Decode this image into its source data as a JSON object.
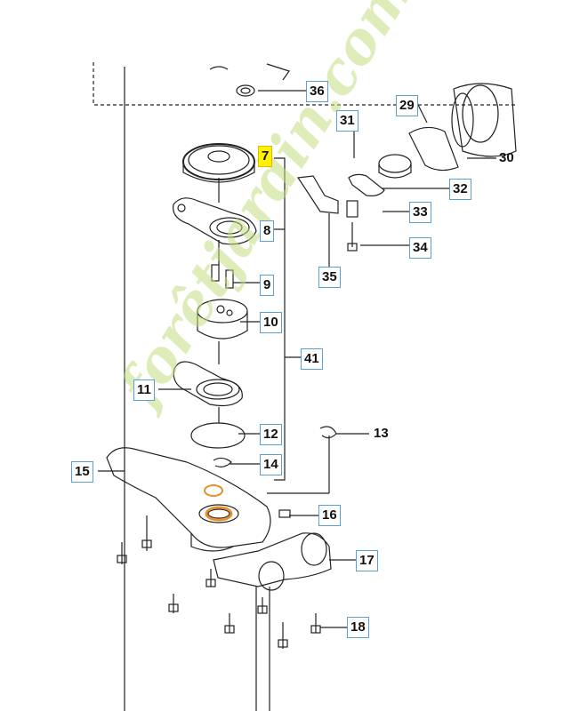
{
  "diagram": {
    "highlight_color": "#fff200",
    "box_border_color": "#5aa0d8",
    "watermark_color": "#c4de82",
    "callouts": {
      "c7": "7",
      "c8": "8",
      "c9": "9",
      "c10": "10",
      "c11": "11",
      "c12": "12",
      "c13": "13",
      "c14": "14",
      "c15": "15",
      "c16": "16",
      "c17": "17",
      "c18": "18",
      "c29": "29",
      "c30": "30",
      "c31": "31",
      "c32": "32",
      "c33": "33",
      "c34": "34",
      "c35": "35",
      "c36": "36",
      "c41": "41"
    },
    "watermark_text": "forêtjardin.com"
  }
}
